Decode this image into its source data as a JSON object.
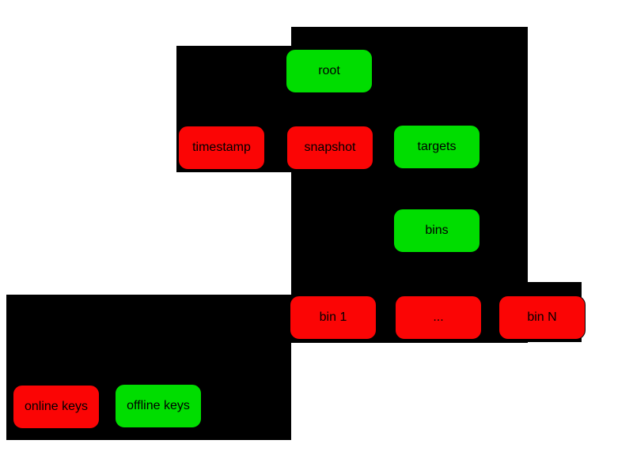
{
  "diagram": {
    "colors": {
      "online_key": "#fb0505",
      "offline_key": "#00dd00",
      "region_background": "#000000",
      "page_background": "#ffffff",
      "label_text": "#000000"
    },
    "nodes": {
      "root": {
        "label": "root",
        "key_type": "offline"
      },
      "timestamp": {
        "label": "timestamp",
        "key_type": "online"
      },
      "snapshot": {
        "label": "snapshot",
        "key_type": "online"
      },
      "targets": {
        "label": "targets",
        "key_type": "offline"
      },
      "bins": {
        "label": "bins",
        "key_type": "offline"
      },
      "bin_1": {
        "label": "bin 1",
        "key_type": "online"
      },
      "bin_ellipsis": {
        "label": "...",
        "key_type": "online"
      },
      "bin_n": {
        "label": "bin N",
        "key_type": "online"
      },
      "online_keys": {
        "label": "online keys",
        "key_type": "online"
      },
      "offline_keys": {
        "label": "offline keys",
        "key_type": "offline"
      }
    }
  }
}
